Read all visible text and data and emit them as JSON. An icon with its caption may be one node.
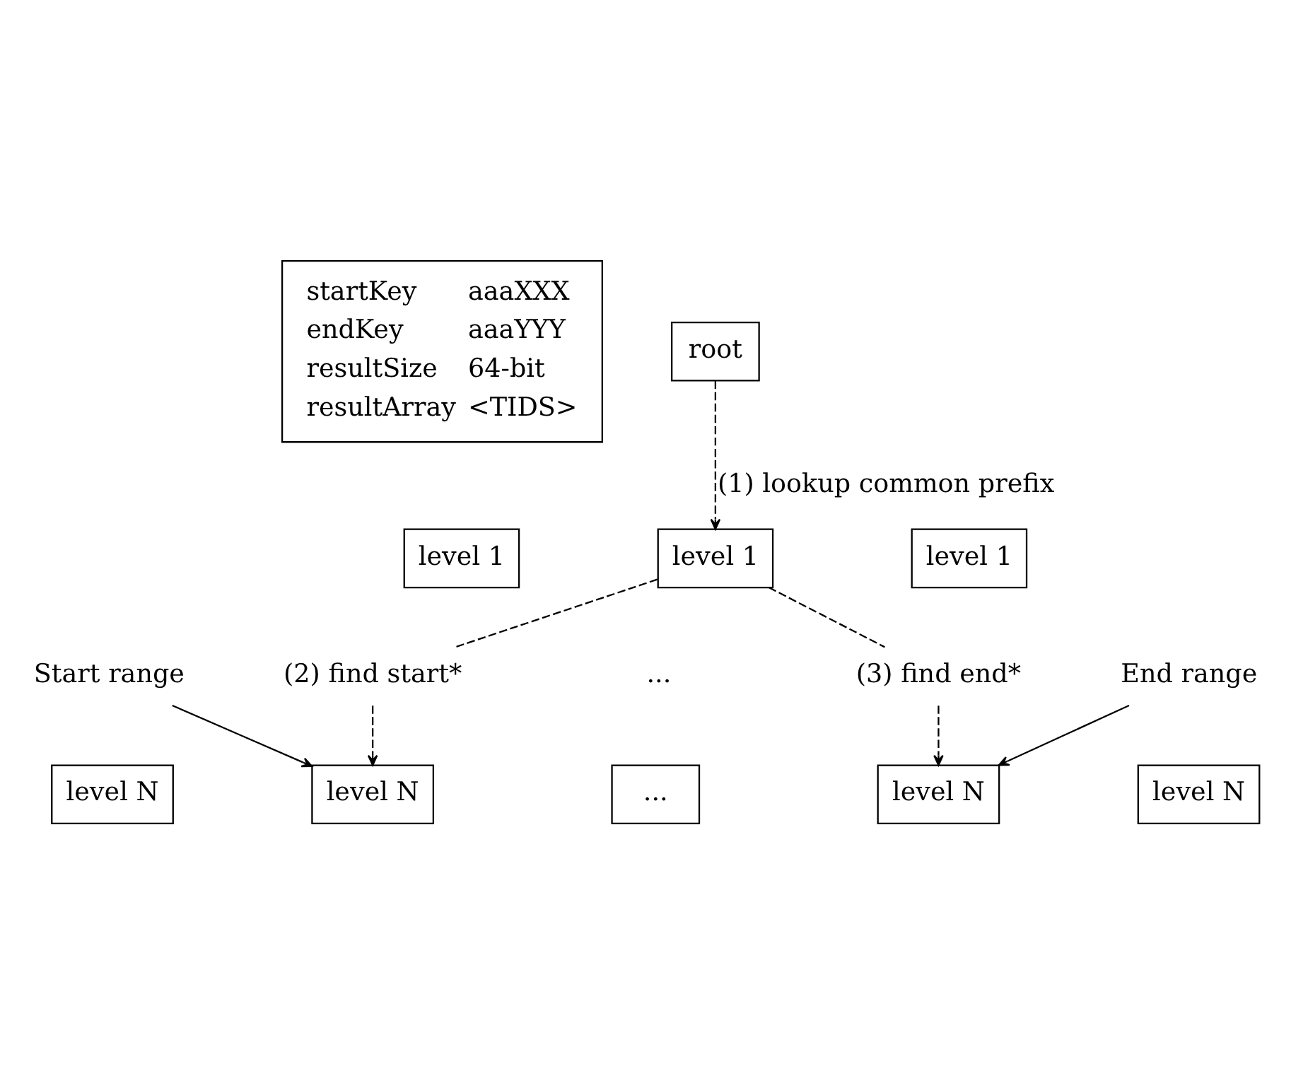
{
  "diagram": {
    "nodes": [
      {
        "text": [
          "startKey",
          "aaaXXX",
          "endKey",
          "aaaYYY",
          "resultSize",
          "64-bit",
          "resultArray",
          "<TIDS>"
        ]
      },
      {
        "text": [
          "root"
        ]
      },
      {
        "text": [
          "level 1"
        ]
      },
      {
        "text": [
          "level 1"
        ]
      },
      {
        "text": [
          "level 1"
        ]
      },
      {
        "text": [
          "(2) find start*"
        ]
      },
      {
        "text": [
          "(3) find end*"
        ]
      },
      {
        "text": [
          "level N"
        ]
      },
      {
        "text": [
          "level N"
        ]
      },
      {
        "text": [
          "..."
        ]
      },
      {
        "text": [
          "level N"
        ]
      },
      {
        "text": [
          "level N"
        ]
      },
      {
        "text": [
          "Start range"
        ]
      },
      {
        "text": [
          "End range"
        ]
      }
    ],
    "edges": [
      {
        "from": 1,
        "to": 3,
        "arrow": "to",
        "style": "dashed",
        "label": "(1) lookup common prefix"
      },
      {
        "from": 3,
        "to": 5,
        "arrow": "none",
        "style": "dashed"
      },
      {
        "from": 5,
        "to": 8,
        "arrow": "to",
        "style": "dashed"
      },
      {
        "from": 3,
        "to": 6,
        "arrow": "none",
        "style": "dashed"
      },
      {
        "from": 6,
        "to": 10,
        "arrow": "to",
        "style": "dashed"
      },
      {
        "from": 12,
        "to": 8,
        "arrow": "to"
      },
      {
        "from": 13,
        "to": 10,
        "arrow": "to"
      }
    ],
    "labels": [
      "..."
    ]
  }
}
